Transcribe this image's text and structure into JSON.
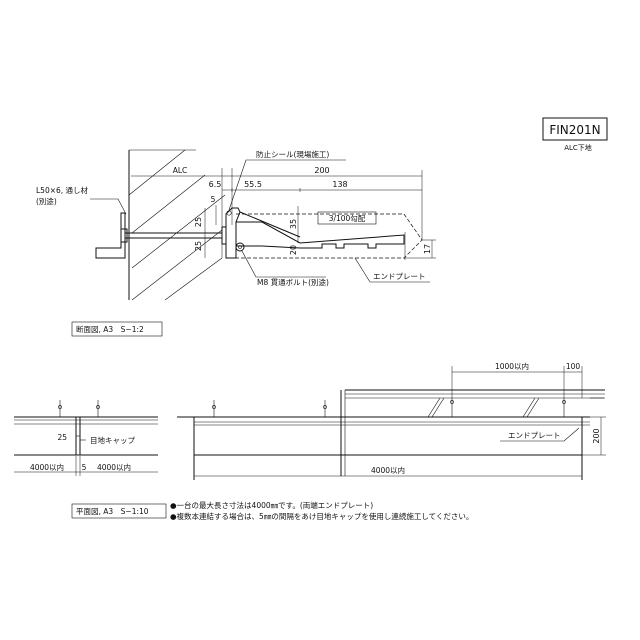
{
  "title_block": {
    "code": "FIN201N",
    "subtitle": "ALC下地"
  },
  "section": {
    "labels": {
      "alc": "ALC",
      "angle": "L50×6, 通し材",
      "angle_note": "(別途)",
      "seal": "防止シール(現場施工)",
      "slope": "3/100勾配",
      "bolt": "M8 貫通ボルト(別途)",
      "end_plate": "エンドプレート"
    },
    "dims": {
      "d6_5": "6.5",
      "d55_5": "55.5",
      "d200": "200",
      "d138": "138",
      "d5": "5",
      "d25a": "25",
      "d35": "35",
      "d25b": "25",
      "d20": "20",
      "d17": "17"
    },
    "caption": "断面図, A3　S−1:2"
  },
  "plan": {
    "labels": {
      "joint_cap": "目地キャップ",
      "end_plate": "エンドプレート"
    },
    "dims": {
      "d25": "25",
      "d4000a": "4000以内",
      "d5": "5",
      "d4000b": "4000以内",
      "d4000c": "4000以内",
      "d1000": "1000以内",
      "d100": "100",
      "d200": "200"
    },
    "caption": "平面図, A3　S−1:10",
    "notes": [
      "●一台の最大長さ寸法は4000㎜です。(両端エンドプレート)",
      "●複数本連結する場合は、5㎜の間隔をあけ目地キャップを使用し連続施工してください。"
    ]
  }
}
